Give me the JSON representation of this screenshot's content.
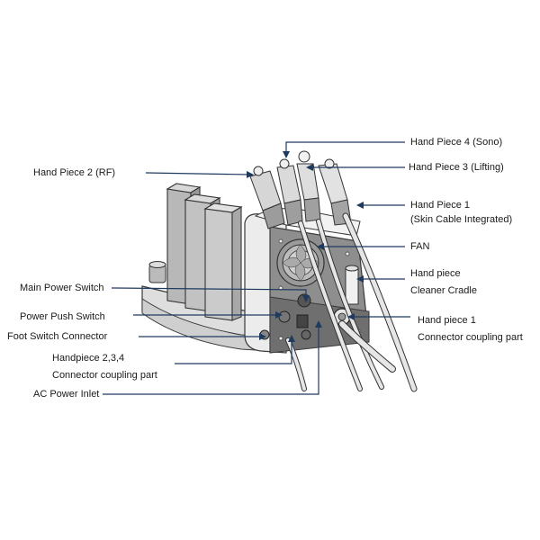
{
  "colors": {
    "leader": "#1f3a5f",
    "outline": "#3a3a3a",
    "body_fill": "#e9e9e9",
    "panel_fill": "#8f8f8f",
    "dark_panel": "#5c5c5c",
    "cable": "#dcdcdc"
  },
  "labels": {
    "hp2": "Hand Piece 2 (RF)",
    "hp4": "Hand Piece 4 (Sono)",
    "hp3": "Hand Piece 3 (Lifting)",
    "hp1_line1": "Hand Piece 1",
    "hp1_line2": "(Skin Cable Integrated)",
    "fan": "FAN",
    "cradle_line1": "Hand piece",
    "cradle_line2": "Cleaner Cradle",
    "main_power": "Main Power Switch",
    "push_switch": "Power Push Switch",
    "foot_switch": "Foot Switch Connector",
    "hp234_line1": "Handpiece 2,3,4",
    "hp234_line2": "Connector coupling part",
    "hp1c_line1": "Hand piece 1",
    "hp1c_line2": "Connector coupling part",
    "ac_inlet": "AC Power Inlet"
  },
  "icons": {
    "device": "aesthetic-device-illustration"
  }
}
